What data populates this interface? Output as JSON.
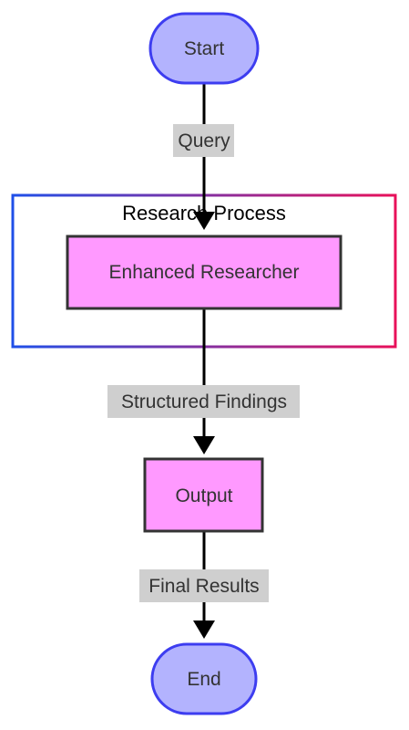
{
  "diagram": {
    "type": "flowchart",
    "direction": "top-to-bottom",
    "nodes": {
      "start": {
        "label": "Start",
        "shape": "stadium",
        "fill": "#b3b3fe",
        "stroke": "#3d3df0"
      },
      "researcher": {
        "label": "Enhanced Researcher",
        "shape": "rectangle",
        "fill": "#ff99ff",
        "stroke": "#333333"
      },
      "output": {
        "label": "Output",
        "shape": "rectangle",
        "fill": "#ff99ff",
        "stroke": "#333333"
      },
      "end": {
        "label": "End",
        "shape": "stadium",
        "fill": "#b3b3fe",
        "stroke": "#3d3df0"
      }
    },
    "edges": {
      "query": {
        "from": "start",
        "to": "researcher",
        "label": "Query"
      },
      "findings": {
        "from": "researcher",
        "to": "output",
        "label": "Structured Findings"
      },
      "results": {
        "from": "output",
        "to": "end",
        "label": "Final Results"
      }
    },
    "cluster": {
      "label": "Research Process",
      "contains": [
        "researcher"
      ],
      "border_gradient": [
        "#1f4fe8",
        "#e8105a"
      ]
    },
    "colors": {
      "edge": "#000000",
      "edge_label_background": "#cfcfcf"
    }
  }
}
